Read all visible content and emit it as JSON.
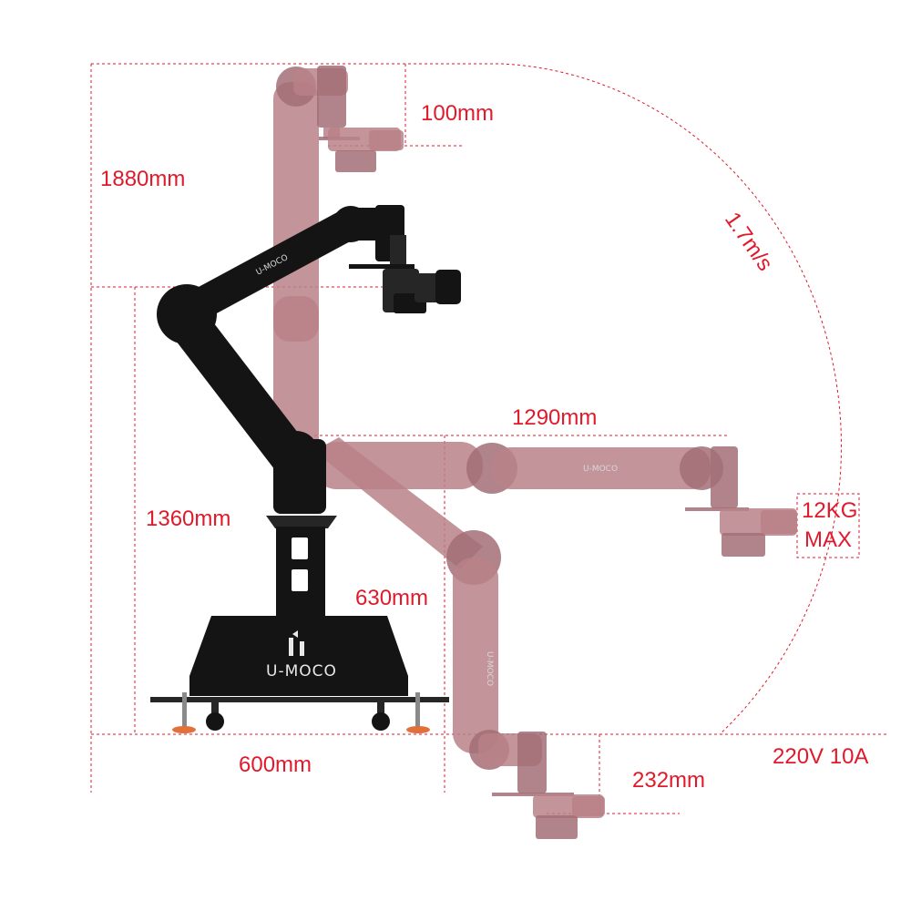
{
  "brand": {
    "name": "U-MOCO"
  },
  "dimensions": {
    "top_offset": "100mm",
    "total_height": "1880mm",
    "speed": "1.7m/s",
    "reach": "1290mm",
    "column_height": "1360mm",
    "payload_line1": "12KG",
    "payload_line2": "MAX",
    "lower_height": "630mm",
    "base_width": "600mm",
    "bottom_offset": "232mm",
    "power": "220V 10A"
  },
  "colors": {
    "accent": "#e0192b",
    "ghost_arm": "#b88187",
    "active_arm": "#141414"
  }
}
